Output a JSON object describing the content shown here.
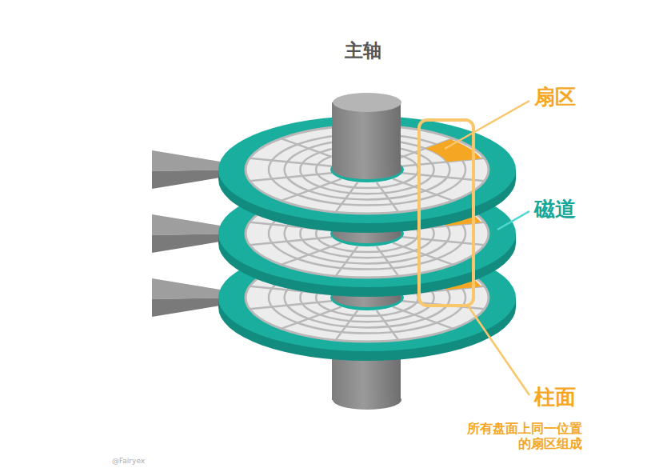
{
  "diagram": {
    "labels": [
      "主轴",
      "扇区",
      "磁道",
      "柱面",
      "所有盘面上同一位置的扇区组成",
      "@Fairyex"
    ]
  }
}
